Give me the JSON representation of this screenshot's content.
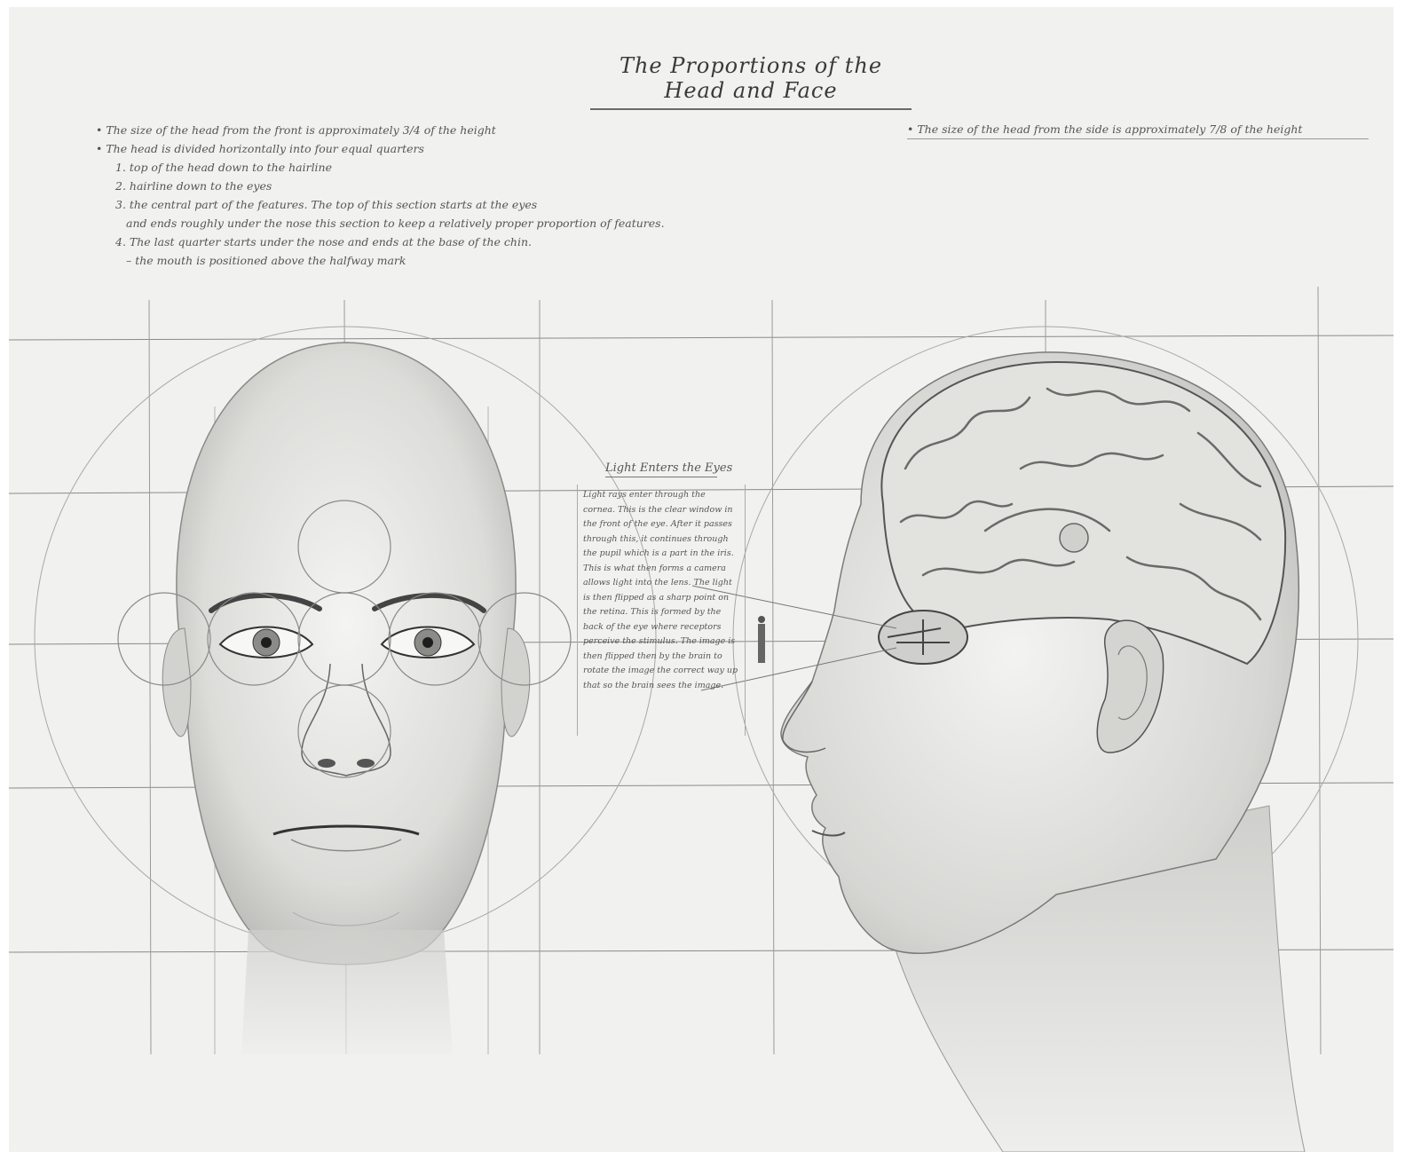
{
  "title": "The Proportions of the Head and Face",
  "notes_left": [
    "• The size of the head from the front is approximately 3/4 of the height",
    "• The head is divided horizontally into four equal quarters",
    "1. top of the head down to the hairline",
    "2. hairline down to the eyes",
    "3. the central part of the features. The top of this section starts at the eyes",
    "and ends roughly under the nose this section to keep a relatively proper proportion of features.",
    "4. The last quarter starts under the nose and ends at the base of the chin.",
    "– the mouth is positioned above the halfway mark"
  ],
  "note_right": "• The size of the head from the side is approximately 7/8 of the height",
  "center_heading": "Light Enters the Eyes",
  "center_text": "Light rays enter through the cornea. This is the clear window in the front of the eye. After it passes through this, it continues through the pupil which is a part in the iris. This is what then forms a camera allows light into the lens. The light is then flipped as a sharp point on the retina. This is formed by the back of the eye where receptors perceive the stimulus. The image is then flipped then by the brain to rotate the image the correct way up that so the brain sees the image."
}
